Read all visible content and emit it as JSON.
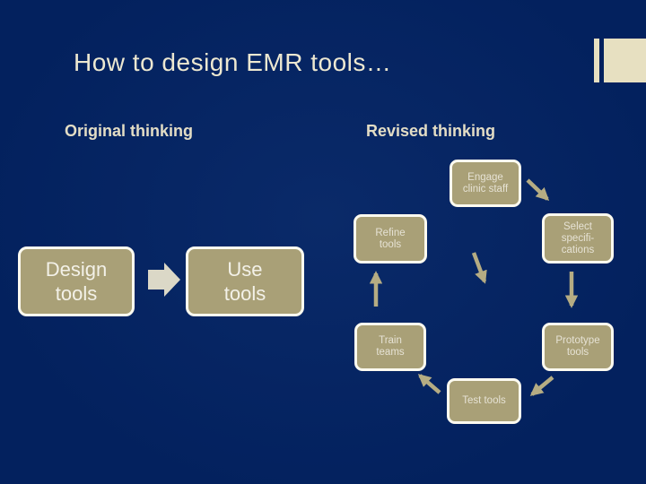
{
  "title": "How to design EMR tools…",
  "original": {
    "heading": "Original thinking",
    "design_label": "Design\ntools",
    "use_label": "Use\ntools"
  },
  "revised": {
    "heading": "Revised thinking",
    "engage_label": "Engage\nclinic staff",
    "select_label": "Select\nspecifi-\ncations",
    "prototype_label": "Prototype\ntools",
    "test_label": "Test tools",
    "train_label": "Train\nteams",
    "refine_label": "Refine\ntools"
  },
  "colors": {
    "background": "#03215e",
    "title_text": "#ede8d1",
    "heading_text": "#e3ddc5",
    "box_fill": "#a9a077",
    "box_border": "#fcfaf0",
    "box_text": "#e6e2d4",
    "arrow": "#b5ac83",
    "block_arrow": "#dbd8c7",
    "decoration": "#e7e0c1"
  }
}
